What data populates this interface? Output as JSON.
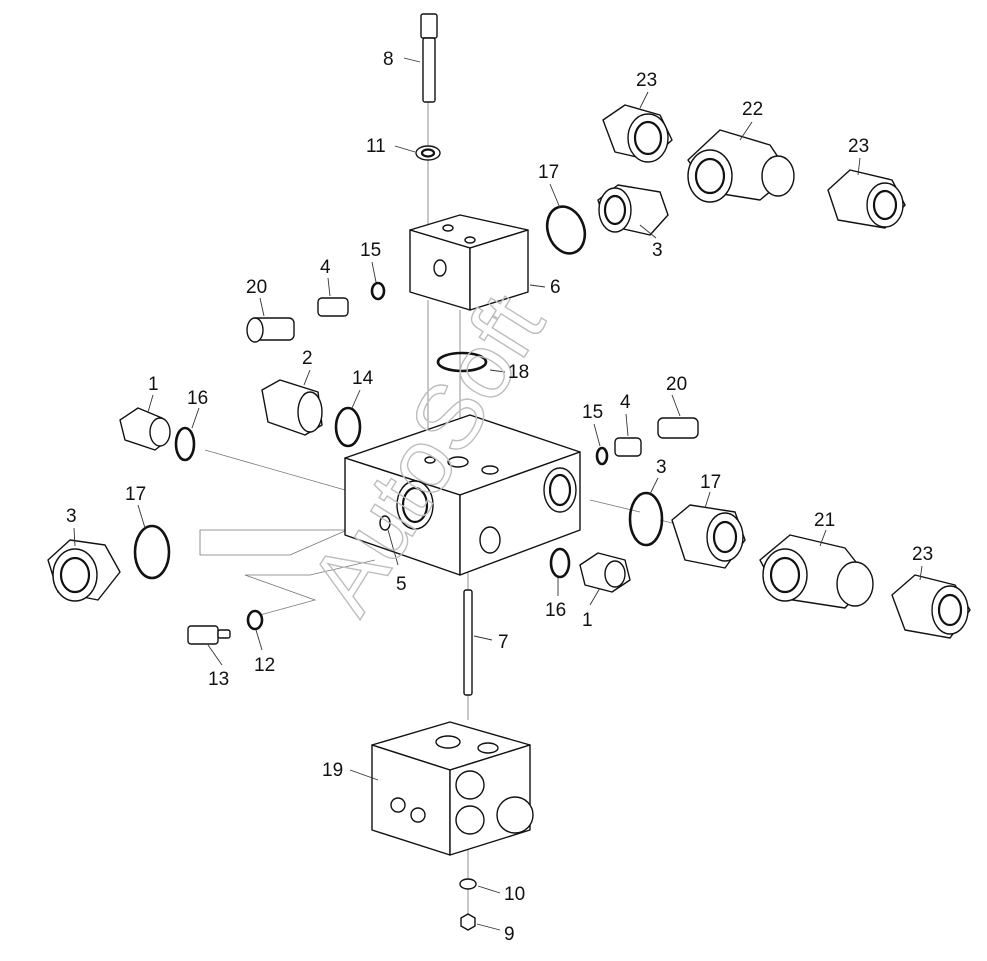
{
  "watermark": "AutoSoft",
  "callouts": [
    {
      "id": "c8",
      "text": "8"
    },
    {
      "id": "c11",
      "text": "11"
    },
    {
      "id": "c23a",
      "text": "23"
    },
    {
      "id": "c22",
      "text": "22"
    },
    {
      "id": "c23b",
      "text": "23"
    },
    {
      "id": "c17a",
      "text": "17"
    },
    {
      "id": "c3a",
      "text": "3"
    },
    {
      "id": "c15a",
      "text": "15"
    },
    {
      "id": "c4a",
      "text": "4"
    },
    {
      "id": "c20a",
      "text": "20"
    },
    {
      "id": "c6",
      "text": "6"
    },
    {
      "id": "c2",
      "text": "2"
    },
    {
      "id": "c14",
      "text": "14"
    },
    {
      "id": "c18",
      "text": "18"
    },
    {
      "id": "c20b",
      "text": "20"
    },
    {
      "id": "c1a",
      "text": "1"
    },
    {
      "id": "c16a",
      "text": "16"
    },
    {
      "id": "c15b",
      "text": "15"
    },
    {
      "id": "c4b",
      "text": "4"
    },
    {
      "id": "c3b",
      "text": "3"
    },
    {
      "id": "c17b",
      "text": "17"
    },
    {
      "id": "c3c",
      "text": "3"
    },
    {
      "id": "c17c",
      "text": "17"
    },
    {
      "id": "c21",
      "text": "21"
    },
    {
      "id": "c23c",
      "text": "23"
    },
    {
      "id": "c5",
      "text": "5"
    },
    {
      "id": "c16b",
      "text": "16"
    },
    {
      "id": "c1b",
      "text": "1"
    },
    {
      "id": "c7",
      "text": "7"
    },
    {
      "id": "c13",
      "text": "13"
    },
    {
      "id": "c12",
      "text": "12"
    },
    {
      "id": "c19",
      "text": "19"
    },
    {
      "id": "c10",
      "text": "10"
    },
    {
      "id": "c9",
      "text": "9"
    }
  ]
}
